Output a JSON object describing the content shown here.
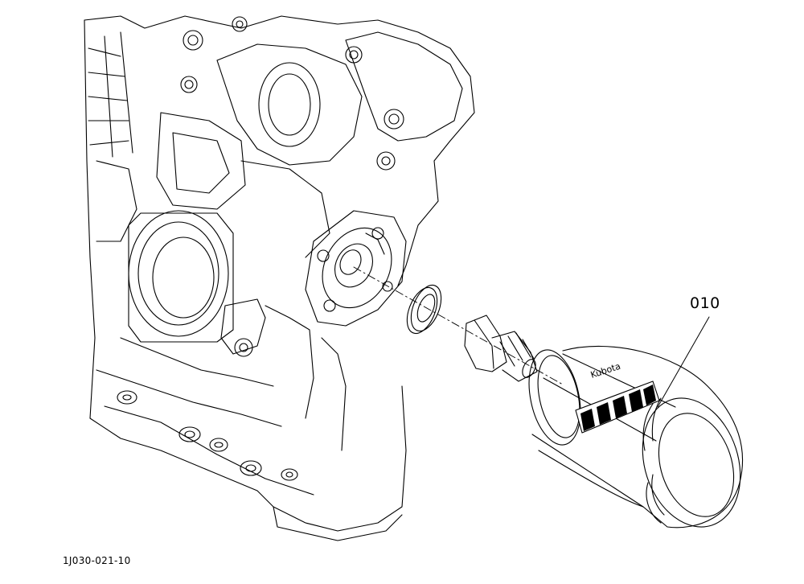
{
  "diagram": {
    "callout_label": "010",
    "figure_code": "1J030-021-10",
    "filter_brand": "Kubota",
    "line_color": "#000000",
    "background_color": "#ffffff"
  }
}
